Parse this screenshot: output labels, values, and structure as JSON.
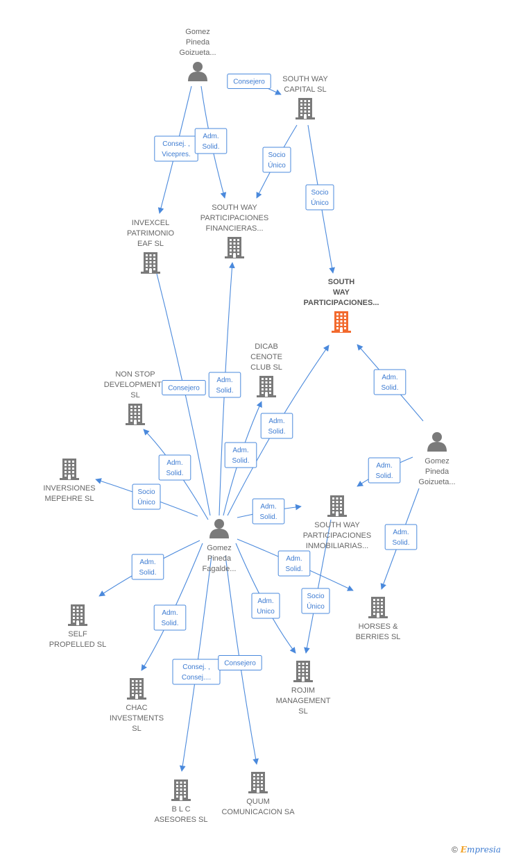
{
  "colors": {
    "edge": "#4a89dc",
    "node": "#7a7a7a",
    "highlight": "#f26a2e"
  },
  "nodes": [
    {
      "id": "gpg1",
      "kind": "person",
      "lines": [
        "Gomez",
        "Pineda",
        "Goizueta..."
      ]
    },
    {
      "id": "swc",
      "kind": "company",
      "lines": [
        "SOUTH WAY",
        "CAPITAL SL"
      ]
    },
    {
      "id": "invex",
      "kind": "company",
      "lines": [
        "INVEXCEL",
        "PATRIMONIO",
        "EAF  SL"
      ]
    },
    {
      "id": "swpf",
      "kind": "company",
      "lines": [
        "SOUTH WAY",
        "PARTICIPACIONES",
        "FINANCIERAS..."
      ]
    },
    {
      "id": "swp",
      "kind": "company",
      "main": true,
      "lines": [
        "SOUTH",
        "WAY",
        "PARTICIPACIONES..."
      ]
    },
    {
      "id": "dicab",
      "kind": "company",
      "lines": [
        "DICAB",
        "CENOTE",
        "CLUB  SL"
      ]
    },
    {
      "id": "nonstop",
      "kind": "company",
      "lines": [
        "NON STOP",
        "DEVELOPMENTS",
        "SL"
      ]
    },
    {
      "id": "gpg2",
      "kind": "person",
      "lines": [
        "Gomez",
        "Pineda",
        "Goizueta..."
      ]
    },
    {
      "id": "inversiones",
      "kind": "company",
      "lines": [
        "INVERSIONES",
        "MEPEHRE  SL"
      ]
    },
    {
      "id": "swpi",
      "kind": "company",
      "lines": [
        "SOUTH WAY",
        "PARTICIPACIONES",
        "INMOBILIARIAS..."
      ]
    },
    {
      "id": "gpf",
      "kind": "person",
      "lines": [
        "Gomez",
        "Pineda",
        "Fagalde..."
      ]
    },
    {
      "id": "self",
      "kind": "company",
      "lines": [
        "SELF",
        "PROPELLED SL"
      ]
    },
    {
      "id": "horses",
      "kind": "company",
      "lines": [
        "HORSES &",
        "BERRIES  SL"
      ]
    },
    {
      "id": "chac",
      "kind": "company",
      "lines": [
        "CHAC",
        "INVESTMENTS",
        "SL"
      ]
    },
    {
      "id": "rojim",
      "kind": "company",
      "lines": [
        "ROJIM",
        "MANAGEMENT",
        "SL"
      ]
    },
    {
      "id": "blc",
      "kind": "company",
      "lines": [
        "B L C",
        "ASESORES SL"
      ]
    },
    {
      "id": "quum",
      "kind": "company",
      "lines": [
        "QUUM",
        "COMUNICACION SA"
      ]
    }
  ],
  "edges": [
    {
      "from": "gpg1",
      "to": "swc",
      "lines": [
        "Consejero"
      ]
    },
    {
      "from": "gpg1",
      "to": "invex",
      "lines": [
        "Consej. ,",
        "Vicepres."
      ]
    },
    {
      "from": "gpg1",
      "to": "swpf",
      "lines": [
        "Adm.",
        "Solid."
      ]
    },
    {
      "from": "swc",
      "to": "swpf",
      "lines": [
        "Socio",
        "Único"
      ]
    },
    {
      "from": "swc",
      "to": "swp",
      "lines": [
        "Socio",
        "Único"
      ]
    },
    {
      "from": "gpg2",
      "to": "swp",
      "lines": [
        "Adm.",
        "Solid."
      ]
    },
    {
      "from": "gpg2",
      "to": "swpi",
      "lines": [
        "Adm.",
        "Solid."
      ]
    },
    {
      "from": "gpg2",
      "to": "horses",
      "lines": [
        "Adm.",
        "Solid."
      ]
    },
    {
      "from": "gpf",
      "to": "invex",
      "lines": [
        "Consejero"
      ]
    },
    {
      "from": "gpf",
      "to": "swpf",
      "lines": [
        "Adm.",
        "Solid."
      ]
    },
    {
      "from": "gpf",
      "to": "dicab",
      "lines": [
        "Adm.",
        "Solid."
      ]
    },
    {
      "from": "gpf",
      "to": "swp",
      "lines": [
        "Adm.",
        "Solid."
      ]
    },
    {
      "from": "gpf",
      "to": "nonstop",
      "lines": [
        "Adm.",
        "Solid."
      ]
    },
    {
      "from": "gpf",
      "to": "inversiones",
      "lines": [
        "Socio",
        "Único"
      ]
    },
    {
      "from": "gpf",
      "to": "swpi",
      "lines": [
        "Adm.",
        "Solid."
      ]
    },
    {
      "from": "gpf",
      "to": "self",
      "lines": [
        "Adm.",
        "Solid."
      ]
    },
    {
      "from": "gpf",
      "to": "horses",
      "lines": [
        "Adm.",
        "Solid."
      ]
    },
    {
      "from": "gpf",
      "to": "chac",
      "lines": [
        "Adm.",
        "Solid."
      ]
    },
    {
      "from": "gpf",
      "to": "rojim",
      "lines": [
        "Adm.",
        "Unico"
      ]
    },
    {
      "from": "swpi",
      "to": "rojim",
      "lines": [
        "Socio",
        "Único"
      ]
    },
    {
      "from": "gpf",
      "to": "blc",
      "lines": [
        "Consej. ,",
        "Consej...."
      ]
    },
    {
      "from": "gpf",
      "to": "quum",
      "lines": [
        "Consejero"
      ]
    }
  ],
  "footer": {
    "copyright": "©",
    "brand_initial": "E",
    "brand_rest": "mpresia"
  }
}
